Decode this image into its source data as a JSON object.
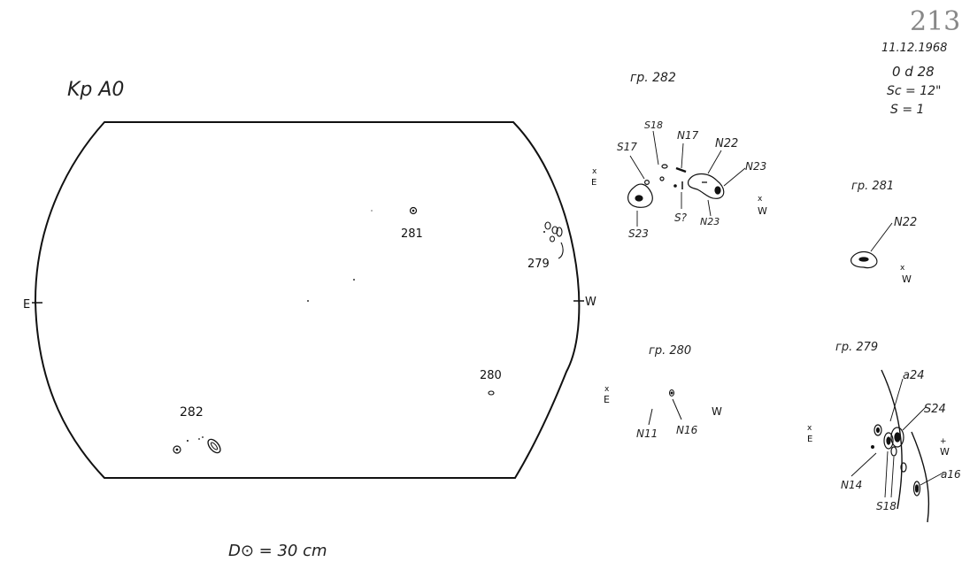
{
  "header": {
    "page_number": "213",
    "date": "11.12.1968",
    "time": "0 d 28",
    "seeing": "Sc = 12\"",
    "s_value": "S = 1"
  },
  "observer": "Kp A0",
  "disk": {
    "east": "E",
    "west": "W",
    "groups": {
      "g281": "281",
      "g279": "279",
      "g280": "280",
      "g282": "282"
    },
    "diameter": "D⊙ = 30 cm"
  },
  "detail_282": {
    "title": "гр. 282",
    "labels": {
      "s17": "S17",
      "s18": "S18",
      "n17": "N17",
      "n22": "N22",
      "n23a": "N23",
      "s23": "S23",
      "sq": "S?",
      "n23b": "N23"
    },
    "east": "E",
    "west": "W"
  },
  "detail_281": {
    "title": "гр. 281",
    "label": "N22",
    "west": "W"
  },
  "detail_280": {
    "title": "гр. 280",
    "n11": "N11",
    "n16": "N16",
    "east": "E",
    "west": "W"
  },
  "detail_279": {
    "title": "гр. 279",
    "a24": "a24",
    "s24": "S24",
    "a16": "a16",
    "n14": "N14",
    "s18": "S18",
    "east": "E",
    "west": "W"
  }
}
